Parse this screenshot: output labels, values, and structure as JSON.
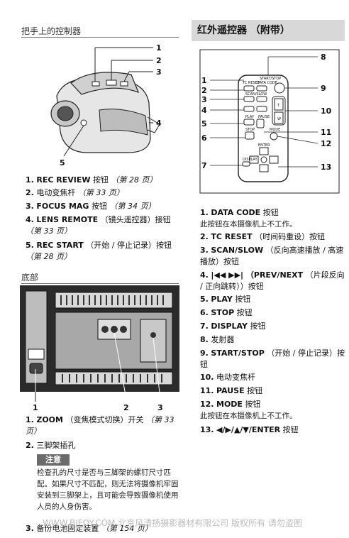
{
  "left": {
    "section1_title": "把手上的控制器",
    "camera_callouts": [
      "1",
      "2",
      "3",
      "4",
      "5"
    ],
    "items1": [
      {
        "num": "1.",
        "bold": "REC REVIEW",
        "text": " 按钮 ",
        "page": "（第 28 页）"
      },
      {
        "num": "2.",
        "bold": "",
        "text": "电动变焦杆 ",
        "page": "（第 33 页）"
      },
      {
        "num": "3.",
        "bold": "FOCUS MAG",
        "text": " 按钮 ",
        "page": "（第 34 页）"
      },
      {
        "num": "4.",
        "bold": "LENS REMOTE",
        "text": " （镜头遥控器）接钮 ",
        "page": "（第 33 页）"
      },
      {
        "num": "5.",
        "bold": "REC START",
        "text": " （开始 / 停止记录）按钮 ",
        "page": "（第 28 页）"
      }
    ],
    "section2_title": "底部",
    "bottom_callouts": [
      "1",
      "2",
      "3"
    ],
    "items2": [
      {
        "num": "1.",
        "bold": "ZOOM",
        "text": " （变焦模式切换）开关 ",
        "page": "（第 33 页）"
      },
      {
        "num": "2.",
        "bold": "",
        "text": "三脚架插孔",
        "page": ""
      }
    ],
    "note_label": "注意",
    "note_text": "检查孔的尺寸是否与三脚架的螺钉尺寸匹配。如果尺寸不匹配，则无法将摄像机牢固安装到三脚架上，且可能会导致摄像机使用人员的人身伤害。",
    "item3": {
      "num": "3.",
      "bold": "",
      "text": "备份电池固定装置 ",
      "page": "（第 154 页）"
    }
  },
  "right": {
    "heading": "红外遥控器 （附带）",
    "remote_callouts": [
      "1",
      "2",
      "3",
      "4",
      "5",
      "6",
      "7",
      "8",
      "9",
      "10",
      "11",
      "12",
      "13"
    ],
    "remote_labels": {
      "start_stop": "START/STOP",
      "tc_reset": "TC RESET",
      "data_code": "DATA CODE",
      "scan_slow": "SCAN/SLOW",
      "play": "PLAY",
      "pause": "PAUSE",
      "stop": "STOP",
      "mode": "MODE",
      "enter": "ENTER",
      "display": "DISPLAY",
      "t": "T",
      "w": "W"
    },
    "items": [
      {
        "num": "1.",
        "bold": "DATA CODE",
        "text": " 按钮",
        "sub": "此按钮在本摄像机上不工作。"
      },
      {
        "num": "2.",
        "bold": "TC RESET",
        "text": " （时间码重设）按钮",
        "sub": ""
      },
      {
        "num": "3.",
        "bold": "SCAN/SLOW",
        "text": " （反向高速播放 / 高速播放）按钮",
        "sub": ""
      },
      {
        "num": "4.",
        "bold": "|◀◀ ▶▶| （PREV/NEXT",
        "text": " （片段反向 / 正向跳转））按钮",
        "sub": ""
      },
      {
        "num": "5.",
        "bold": "PLAY",
        "text": " 按钮",
        "sub": ""
      },
      {
        "num": "6.",
        "bold": "STOP",
        "text": " 按钮",
        "sub": ""
      },
      {
        "num": "7.",
        "bold": "DISPLAY",
        "text": " 按钮",
        "sub": ""
      },
      {
        "num": "8.",
        "bold": "",
        "text": "发射器",
        "sub": ""
      },
      {
        "num": "9.",
        "bold": "START/STOP",
        "text": " （开始 / 停止记录）按钮",
        "sub": ""
      },
      {
        "num": "10.",
        "bold": "",
        "text": "电动变焦杆",
        "sub": ""
      },
      {
        "num": "11.",
        "bold": "PAUSE",
        "text": " 按钮",
        "sub": ""
      },
      {
        "num": "12.",
        "bold": "MODE",
        "text": " 按钮",
        "sub": "此按钮在本摄像机上不工作。"
      },
      {
        "num": "13.",
        "bold": "◀/▶/▲/▼/ENTER",
        "text": " 按钮",
        "sub": ""
      }
    ]
  },
  "watermark": "WWW.BJFOY.COM 北京风清扬摄影器材有限公司 版权所有 请勿盗图"
}
